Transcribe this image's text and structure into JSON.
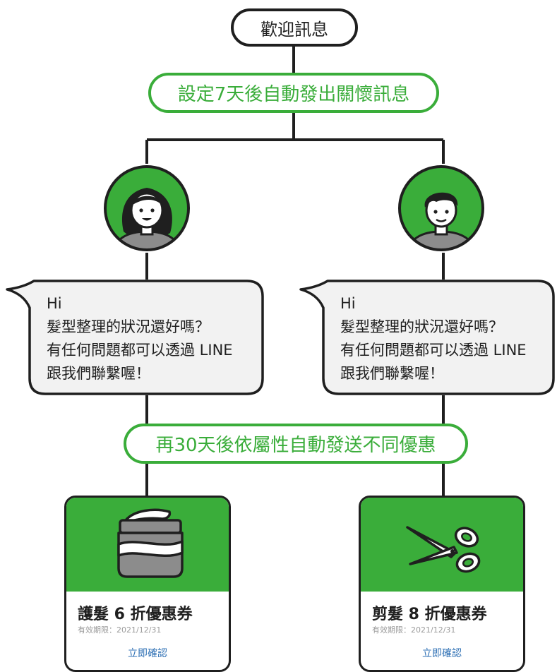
{
  "start_node": {
    "label": "歡迎訊息"
  },
  "step_one": {
    "label": "設定7天後自動發出關懷訊息"
  },
  "step_two": {
    "label": "再30天後依屬性自動發送不同優惠"
  },
  "avatars": [
    {
      "icon": "woman-avatar-icon"
    },
    {
      "icon": "man-avatar-icon"
    }
  ],
  "messages": [
    {
      "line1": "Hi",
      "line2": "髮型整理的狀況還好嗎？",
      "line3": "有任何問題都可以透過 LINE",
      "line4": "跟我們聯繫喔！"
    },
    {
      "line1": "Hi",
      "line2": "髮型整理的狀況還好嗎？",
      "line3": "有任何問題都可以透過 LINE",
      "line4": "跟我們聯繫喔！"
    }
  ],
  "coupons": [
    {
      "icon": "hair-cream-jar-icon",
      "title": "護髮 6 折優惠券",
      "validity": "有效期限：2021/12/31",
      "action": "立即確認"
    },
    {
      "icon": "scissors-icon",
      "title": "剪髮 8 折優惠券",
      "validity": "有效期限：2021/12/31",
      "action": "立即確認"
    }
  ],
  "colors": {
    "accent": "#3aad3a",
    "line": "#1f1f1f",
    "avatar_shirt": "#8c8c8c",
    "bubble_fill": "#f2f2f2",
    "link": "#2d6fb4"
  }
}
